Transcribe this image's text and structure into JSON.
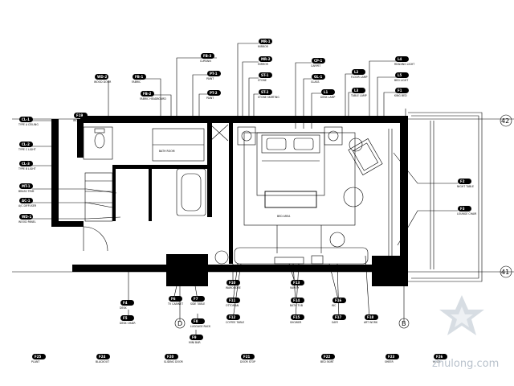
{
  "grid_markers": {
    "g42": "42",
    "g41": "41",
    "gD": "D",
    "gB": "B"
  },
  "watermark": "zhulong.com",
  "tags": [
    {
      "id": "CL-1",
      "code": "CL-1",
      "label": "TYPE A CEILING"
    },
    {
      "id": "CL-2",
      "code": "CL-2",
      "label": "TYPE C LIGHT"
    },
    {
      "id": "CL-3",
      "code": "CL-3",
      "label": "TYPE B LIGHT"
    },
    {
      "id": "MT-1",
      "code": "MT-1",
      "label": "BRASS TRIM"
    },
    {
      "id": "AC-1",
      "code": "AC-1",
      "label": "A/C DIFFUSER"
    },
    {
      "id": "WD-1",
      "code": "WD-1",
      "label": "WOOD PANEL"
    },
    {
      "id": "WD-2",
      "code": "WD-2",
      "label": "WOOD DOOR"
    },
    {
      "id": "FB-1",
      "code": "FB-1",
      "label": "FABRIC"
    },
    {
      "id": "FB-2",
      "code": "FB-2",
      "label": "FABRIC HEADBOARD"
    },
    {
      "id": "FB-3",
      "code": "FB-3",
      "label": "CURTAIN"
    },
    {
      "id": "PT-1",
      "code": "PT-1",
      "label": "PAINT"
    },
    {
      "id": "PT-2",
      "code": "PT-2",
      "label": "PAINT"
    },
    {
      "id": "MR-1",
      "code": "MR-1",
      "label": "MIRROR"
    },
    {
      "id": "MR-2",
      "code": "MR-2",
      "label": "MIRROR"
    },
    {
      "id": "ST-1",
      "code": "ST-1",
      "label": "STONE"
    },
    {
      "id": "ST-2",
      "code": "ST-2",
      "label": "STONE SKIRTING"
    },
    {
      "id": "CP-1",
      "code": "CP-1",
      "label": "CARPET"
    },
    {
      "id": "GL-1",
      "code": "GL-1",
      "label": "GLASS"
    },
    {
      "id": "L1",
      "code": "L1",
      "label": "DESK LAMP"
    },
    {
      "id": "L2",
      "code": "L2",
      "label": "FLOOR LAMP"
    },
    {
      "id": "L3",
      "code": "L3",
      "label": "TABLE LAMP"
    },
    {
      "id": "L4",
      "code": "L4",
      "label": "READING LIGHT"
    },
    {
      "id": "L5",
      "code": "L5",
      "label": "BED LIGHT"
    },
    {
      "id": "F1",
      "code": "F1",
      "label": "KING BED"
    },
    {
      "id": "F2",
      "code": "F2",
      "label": "NIGHT TABLE"
    },
    {
      "id": "F3",
      "code": "F3",
      "label": "LOUNGE CHAIR"
    },
    {
      "id": "F4",
      "code": "F4",
      "label": "DESK"
    },
    {
      "id": "F5",
      "code": "F5",
      "label": "DESK CHAIR"
    },
    {
      "id": "F6",
      "code": "F6",
      "label": "TV CABINET"
    },
    {
      "id": "F7",
      "code": "F7",
      "label": "SIDE TABLE"
    },
    {
      "id": "F8",
      "code": "F8",
      "label": "LUGGAGE RACK"
    },
    {
      "id": "F9",
      "code": "F9",
      "label": "MINI BAR"
    },
    {
      "id": "F10",
      "code": "F10",
      "label": "WARDROBE"
    },
    {
      "id": "F11",
      "code": "F11",
      "label": "OTTOMAN"
    },
    {
      "id": "F12",
      "code": "F12",
      "label": "COFFEE TABLE"
    },
    {
      "id": "F13",
      "code": "F13",
      "label": "VANITY"
    },
    {
      "id": "F14",
      "code": "F14",
      "label": "BATH TUB"
    },
    {
      "id": "F15",
      "code": "F15",
      "label": "SHOWER"
    },
    {
      "id": "F16",
      "code": "F16",
      "label": "WC"
    },
    {
      "id": "F17",
      "code": "F17",
      "label": "SAFE"
    },
    {
      "id": "F18",
      "code": "F18",
      "label": "ART WORK"
    },
    {
      "id": "F19",
      "code": "F19",
      "label": "IRON BOARD"
    },
    {
      "id": "F20",
      "code": "F20",
      "label": "SLIDING DOOR"
    },
    {
      "id": "F21",
      "code": "F21",
      "label": "DOOR STOP"
    },
    {
      "id": "F22",
      "code": "F22",
      "label": "BED SKIRT"
    },
    {
      "id": "F23",
      "code": "F23",
      "label": "SHEER"
    },
    {
      "id": "F24",
      "code": "F24",
      "label": "BLACKOUT"
    },
    {
      "id": "F25",
      "code": "F25",
      "label": "PLANT"
    },
    {
      "id": "F26",
      "code": "F26",
      "label": "HOOK"
    }
  ],
  "room_notes": {
    "bath": "BATH ROOM",
    "bed": "BED AREA"
  }
}
